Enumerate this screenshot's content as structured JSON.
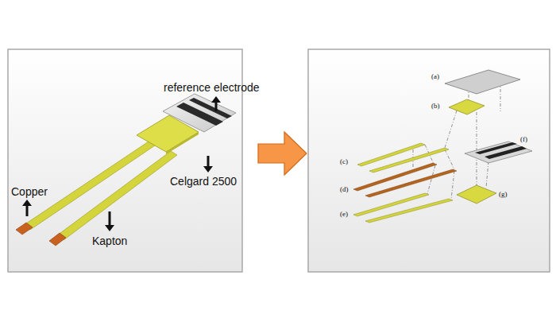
{
  "diagram": {
    "labels": [
      "reference electrode",
      "Copper",
      "Celgard 2500",
      "Kapton",
      "(a)",
      "(b)",
      "(c)",
      "(d)",
      "(f)",
      "(e)",
      "(g)"
    ]
  }
}
